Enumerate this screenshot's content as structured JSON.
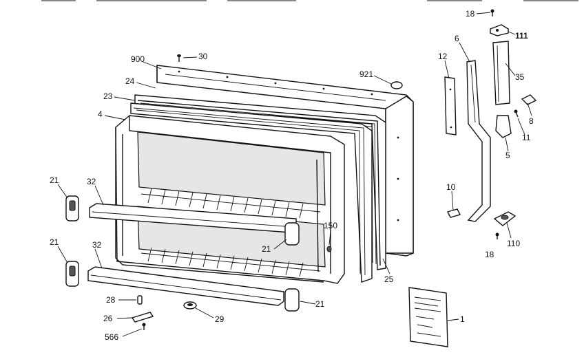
{
  "callouts": [
    {
      "id": "c18a",
      "text": "18"
    },
    {
      "id": "c111",
      "text": "111"
    },
    {
      "id": "c6",
      "text": "6"
    },
    {
      "id": "c12",
      "text": "12"
    },
    {
      "id": "c35",
      "text": "35"
    },
    {
      "id": "c8",
      "text": "8"
    },
    {
      "id": "c11",
      "text": "11"
    },
    {
      "id": "c5",
      "text": "5"
    },
    {
      "id": "c10",
      "text": "10"
    },
    {
      "id": "c110",
      "text": "110"
    },
    {
      "id": "c18b",
      "text": "18"
    },
    {
      "id": "c900",
      "text": "900"
    },
    {
      "id": "c30",
      "text": "30"
    },
    {
      "id": "c921",
      "text": "921"
    },
    {
      "id": "c24",
      "text": "24"
    },
    {
      "id": "c23",
      "text": "23"
    },
    {
      "id": "c4",
      "text": "4"
    },
    {
      "id": "c21a",
      "text": "21"
    },
    {
      "id": "c32a",
      "text": "32"
    },
    {
      "id": "c21b",
      "text": "21"
    },
    {
      "id": "c32b",
      "text": "32"
    },
    {
      "id": "c150",
      "text": "150"
    },
    {
      "id": "c21c",
      "text": "21"
    },
    {
      "id": "c25",
      "text": "25"
    },
    {
      "id": "c28",
      "text": "28"
    },
    {
      "id": "c21d",
      "text": "21"
    },
    {
      "id": "c26",
      "text": "26"
    },
    {
      "id": "c29",
      "text": "29"
    },
    {
      "id": "c566",
      "text": "566"
    },
    {
      "id": "c1",
      "text": "1"
    }
  ]
}
